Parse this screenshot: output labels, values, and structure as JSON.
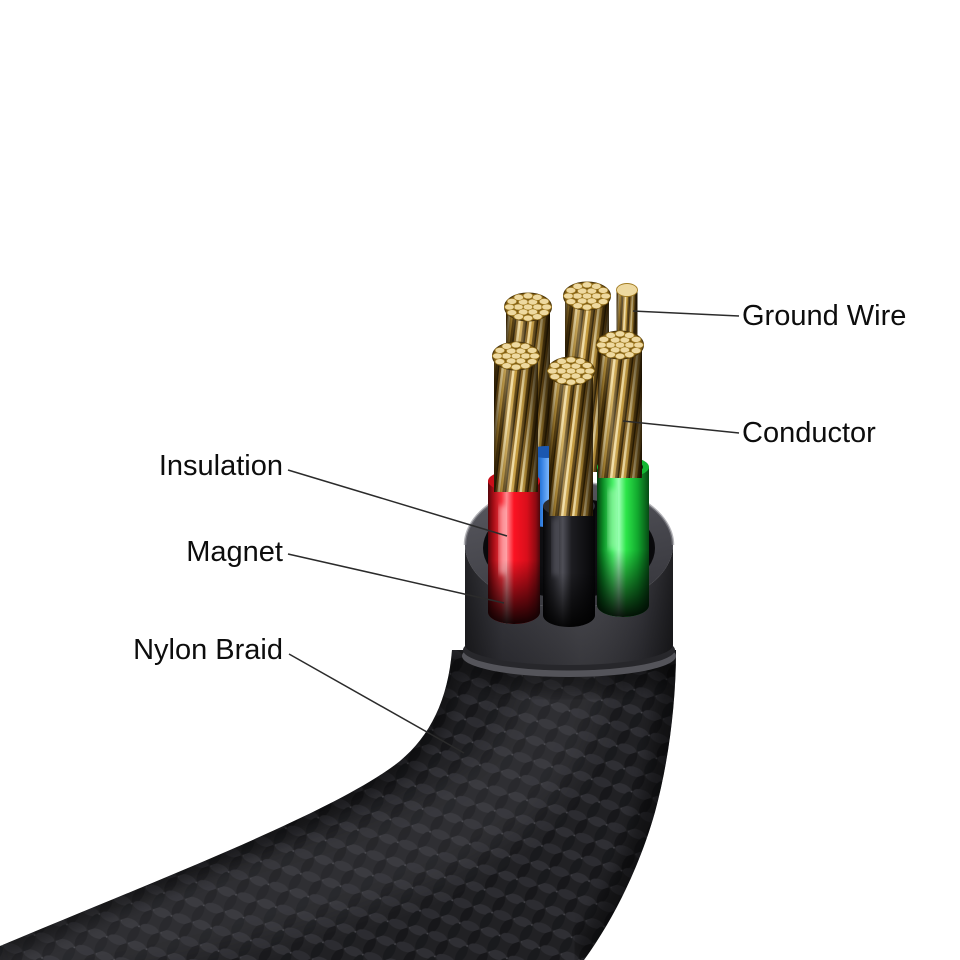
{
  "figure": {
    "type": "cable-cutaway-diagram"
  },
  "labels": {
    "ground_wire": "Ground Wire",
    "conductor": "Conductor",
    "insulation": "Insulation",
    "magnet": "Magnet",
    "nylon_braid": "Nylon Braid"
  },
  "colors": {
    "background": "#ffffff",
    "label_text": "#0d0d0d",
    "leader_line": "#2b2b2b",
    "conductor_gold": "#d4af5e",
    "insulation_red": "#fb1322",
    "insulation_black": "#1d1d21",
    "insulation_green": "#2ce549",
    "insulation_blue": "#2f7de0",
    "magnet_gray": "#3f3f44",
    "nylon_braid_black": "#212124"
  }
}
